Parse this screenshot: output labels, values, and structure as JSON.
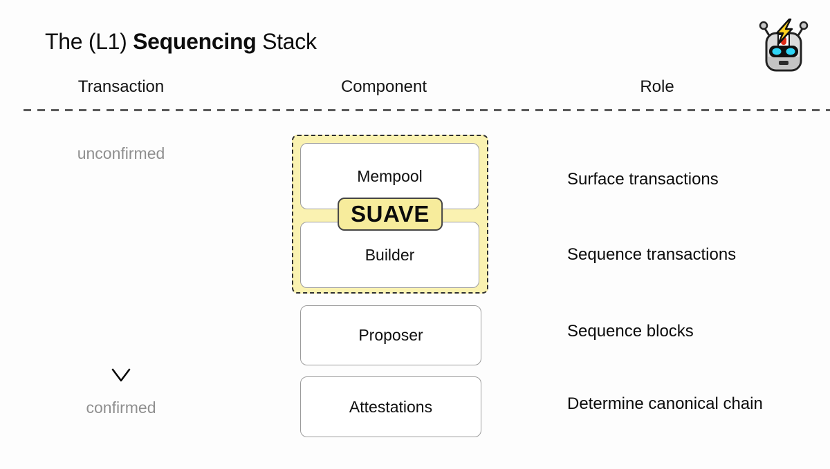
{
  "title": {
    "pre": "The (L1) ",
    "emphasis": "Sequencing",
    "post": " Stack"
  },
  "header": {
    "columns": [
      "Transaction",
      "Component",
      "Role"
    ]
  },
  "flow": {
    "top_label": "unconfirmed",
    "bottom_label": "confirmed"
  },
  "stack": {
    "suave_badge": "SUAVE",
    "rows": [
      {
        "component": "Mempool",
        "role": "Surface transactions",
        "in_suave": true
      },
      {
        "component": "Builder",
        "role": "Sequence transactions",
        "in_suave": true
      },
      {
        "component": "Proposer",
        "role": "Sequence blocks",
        "in_suave": false
      },
      {
        "component": "Attestations",
        "role": "Determine canonical chain",
        "in_suave": false
      }
    ]
  },
  "icons": {
    "logo": "robot-lightning-icon"
  },
  "colors": {
    "background": "#FDFDFD",
    "suave_fill": "#FAF2B1",
    "suave_badge_fill": "#F7EC9C",
    "dashed_border": "#2E2E2E",
    "component_box_border": "#9C9C9C",
    "divider": "#585858",
    "muted_text": "#8F8F8F",
    "text": "#111111",
    "bolt_yellow": "#FFD21E",
    "bolt_red": "#E02B16",
    "eye_cyan": "#2ED5F6"
  }
}
